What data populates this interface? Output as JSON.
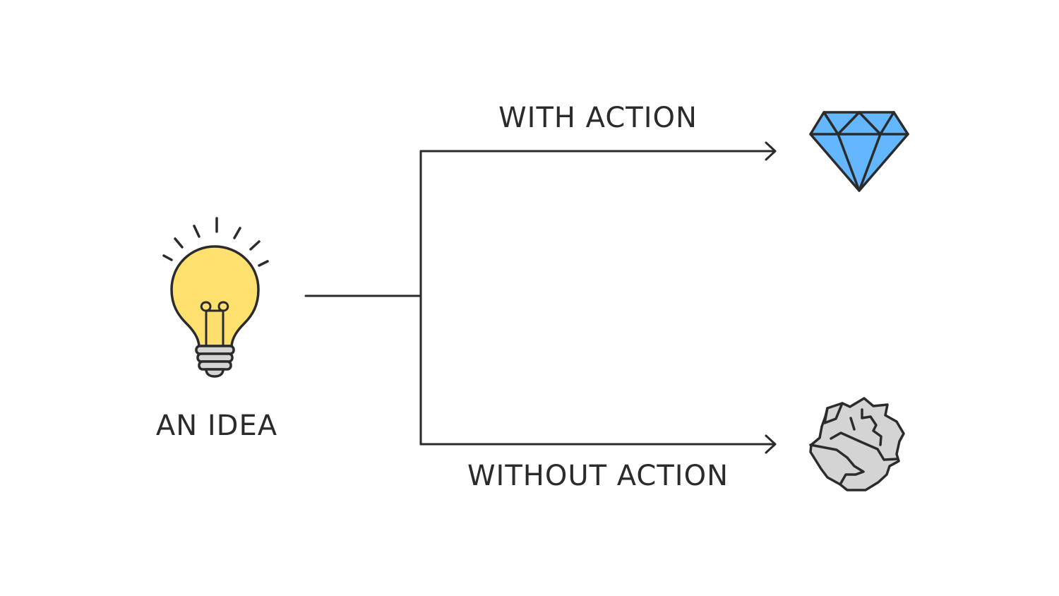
{
  "diagram": {
    "source": {
      "label": "AN IDEA",
      "icon": "lightbulb-icon"
    },
    "branches": [
      {
        "label": "WITH ACTION",
        "outcome_icon": "diamond-icon"
      },
      {
        "label": "WITHOUT ACTION",
        "outcome_icon": "crumpled-paper-icon"
      }
    ]
  },
  "colors": {
    "stroke": "#2b2b2b",
    "bulb_fill": "#fee06f",
    "bulb_base": "#d4d4d4",
    "diamond_fill": "#64b6ff",
    "paper_fill": "#d4d4d4"
  }
}
